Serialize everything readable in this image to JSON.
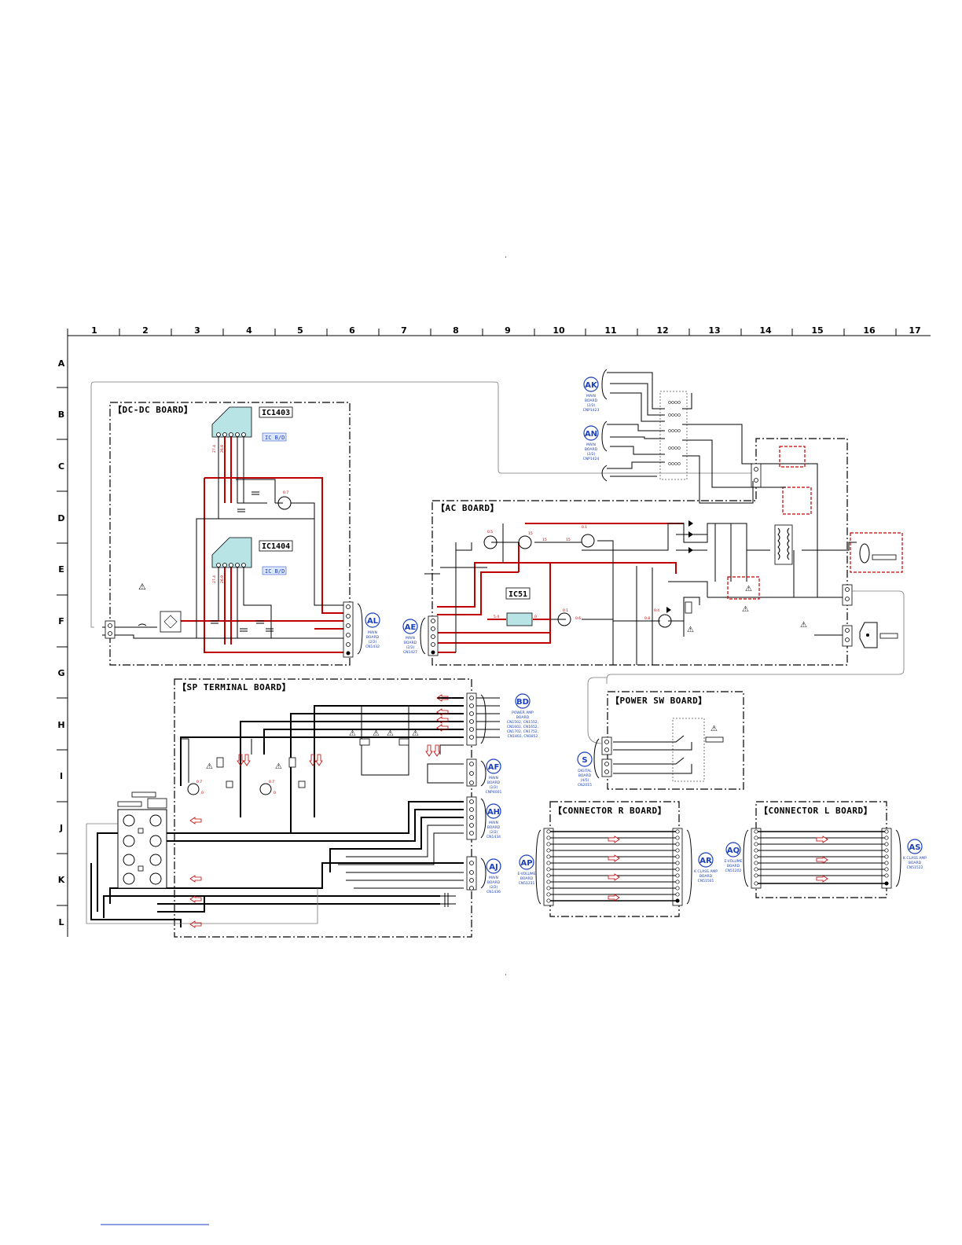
{
  "grid": {
    "columns": [
      "1",
      "2",
      "3",
      "4",
      "5",
      "6",
      "7",
      "8",
      "9",
      "10",
      "11",
      "12",
      "13",
      "14",
      "15",
      "16",
      "17"
    ],
    "rows": [
      "A",
      "B",
      "C",
      "D",
      "E",
      "F",
      "G",
      "H",
      "I",
      "J",
      "K",
      "L"
    ]
  },
  "boards": {
    "dcdc": "【DC-DC BOARD】",
    "ac": "【AC BOARD】",
    "sp_terminal": "【SP TERMINAL BOARD】",
    "power_sw": "【POWER SW BOARD】",
    "connector_r": "【CONNECTOR R BOARD】",
    "connector_l": "【CONNECTOR L BOARD】"
  },
  "ics": {
    "ic1403": "IC1403",
    "ic1404": "IC1404",
    "ic51": "IC51",
    "ic_bd_1": "IC B/D",
    "ic_bd_2": "IC B/D"
  },
  "connectors": {
    "ak": {
      "id": "AK",
      "lines": [
        "MAIN",
        "BOARD",
        "(2/2)",
        "CNP1423"
      ]
    },
    "an": {
      "id": "AN",
      "lines": [
        "MAIN",
        "BOARD",
        "(2/2)",
        "CNP1424"
      ]
    },
    "al": {
      "id": "AL",
      "lines": [
        "MAIN",
        "BOARD",
        "(2/2)",
        "CN1432"
      ]
    },
    "ae": {
      "id": "AE",
      "lines": [
        "MAIN",
        "BOARD",
        "(2/2)",
        "CN1427"
      ]
    },
    "bd": {
      "id": "BD",
      "lines": [
        "POWER AMP",
        "BOARD",
        "CN1502, CN1552,",
        "CN1602, CN1652,",
        "CN1702, CN1752,",
        "CN1802, CN1852"
      ]
    },
    "af": {
      "id": "AF",
      "lines": [
        "MAIN",
        "BOARD",
        "(2/2)",
        "CNP4001"
      ]
    },
    "ah": {
      "id": "AH",
      "lines": [
        "MAIN",
        "BOARD",
        "(2/2)",
        "CN1434"
      ]
    },
    "aj": {
      "id": "AJ",
      "lines": [
        "MAIN",
        "BOARD",
        "(2/2)",
        "CN1436"
      ]
    },
    "s": {
      "id": "S",
      "lines": [
        "DIGITAL",
        "BOARD",
        "(4/5)",
        "CN2015"
      ]
    },
    "ap": {
      "id": "AP",
      "lines": [
        "E-VOLUME",
        "BOARD",
        "CN51231"
      ]
    },
    "ar": {
      "id": "AR",
      "lines": [
        "K CLASS AMP",
        "BOARD",
        "CN51501"
      ]
    },
    "aq": {
      "id": "AQ",
      "lines": [
        "E-VOLUME",
        "BOARD",
        "CN51202"
      ]
    },
    "as": {
      "id": "AS",
      "lines": [
        "K CLASS AMP",
        "BOARD",
        "CN51522"
      ]
    }
  },
  "voltages": {
    "v1": "27.4",
    "v2": "26.8",
    "v3": "0.7",
    "v4": "0.5",
    "v5": "5.4",
    "v6": "15",
    "v7": "0.8",
    "v8": "0.1",
    "v9": "0",
    "v10": "0.6",
    "v11": "0.4"
  },
  "warning_symbol": "⚠",
  "colors": {
    "trace_red": "#c00000",
    "label_blue": "#1a3fbf",
    "ic_fill": "#b8e4e6"
  }
}
